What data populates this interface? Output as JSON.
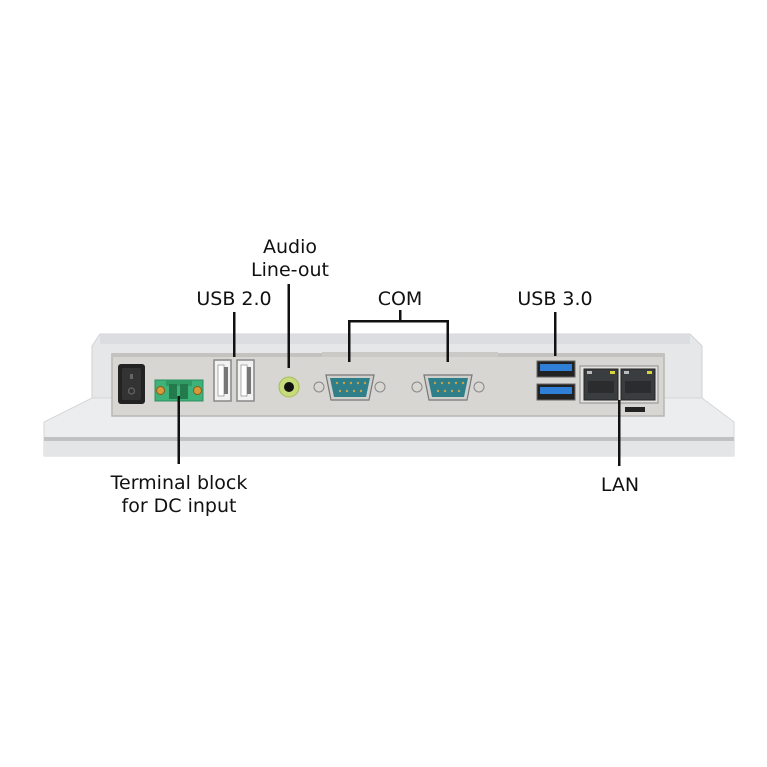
{
  "diagram": {
    "subject": "Panel PC bottom I/O view",
    "colors": {
      "housing": "#e8e9ea",
      "housing_shadow": "#cfd1d3",
      "io_plate": "#d6d5d2",
      "terminal_green": "#3fb27a",
      "audio_green": "#c6dc7a",
      "com_teal": "#2f7f8a",
      "usb3_blue": "#2f7fd6",
      "lan_dark": "#3a3d40",
      "led_yellow": "#d9d23a",
      "leader_line": "#111111"
    },
    "callouts": {
      "audio": {
        "line1": "Audio",
        "line2": "Line-out"
      },
      "usb2": {
        "text": "USB 2.0"
      },
      "com": {
        "text": "COM"
      },
      "usb3": {
        "text": "USB 3.0"
      },
      "terminal": {
        "line1": "Terminal block",
        "line2": "for DC input"
      },
      "lan": {
        "text": "LAN"
      }
    },
    "ports": [
      {
        "name": "power-switch",
        "count": 1
      },
      {
        "name": "terminal-block",
        "count": 1,
        "pins": 2
      },
      {
        "name": "usb-2.0",
        "count": 2
      },
      {
        "name": "audio-line-out",
        "count": 1
      },
      {
        "name": "com",
        "count": 2,
        "type": "DB9"
      },
      {
        "name": "usb-3.0",
        "count": 2
      },
      {
        "name": "lan",
        "count": 2,
        "type": "RJ45"
      }
    ]
  }
}
